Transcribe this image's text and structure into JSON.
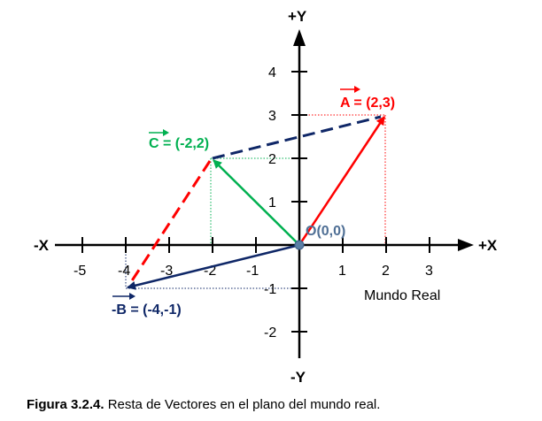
{
  "axes": {
    "pos_x_label": "+X",
    "neg_x_label": "-X",
    "pos_y_label": "+Y",
    "neg_y_label": "-Y",
    "x_ticks": [
      "-5",
      "-4",
      "-3",
      "-2",
      "-1",
      "1",
      "2",
      "3"
    ],
    "y_ticks": [
      "4",
      "3",
      "2",
      "1",
      "-1",
      "-2"
    ]
  },
  "labels": {
    "origin": "O(0,0)",
    "world": "Mundo Real"
  },
  "vectors": {
    "a": {
      "name": "A",
      "value": " = (2,3)",
      "color": "#ff0000"
    },
    "b": {
      "name": "-B",
      "value": " = (-4,-1)",
      "color": "#0f2767"
    },
    "c": {
      "name": "C",
      "value": " = (-2,2)",
      "color": "#00b050"
    }
  },
  "colors": {
    "axis": "#000000",
    "origin_point": "#5b7fa6",
    "origin_text": "#4f6f95",
    "guide_red": "#ff0000",
    "guide_green": "#00b050",
    "guide_blue": "#0f2767"
  },
  "caption": {
    "bold": "Figura 3.2.4.",
    "text": " Resta de Vectores en el plano del mundo real."
  }
}
